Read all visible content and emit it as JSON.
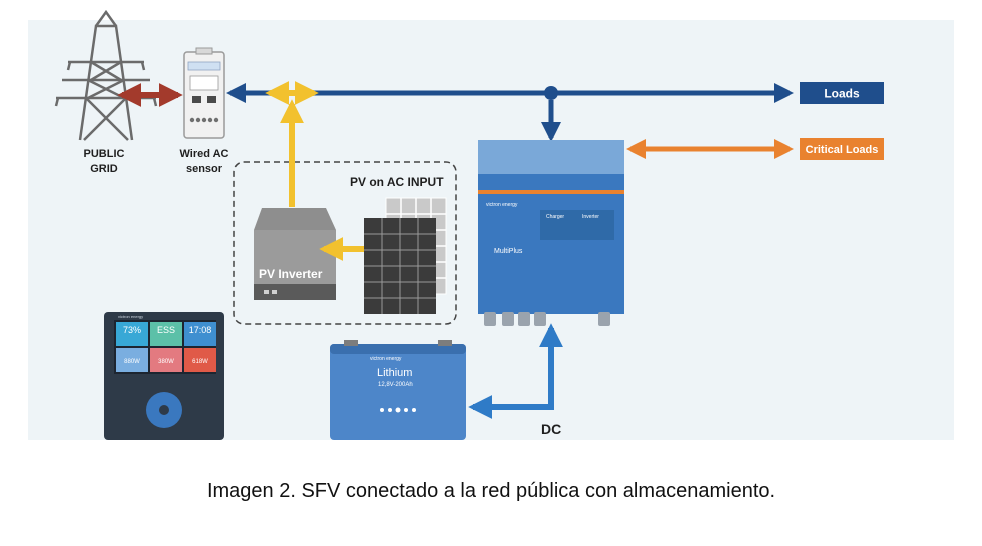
{
  "labels": {
    "public_grid_line1": "PUBLIC",
    "public_grid_line2": "GRID",
    "sensor_line1": "Wired AC",
    "sensor_line2": "sensor",
    "pv_group": "PV on AC INPUT",
    "pv_inverter": "PV Inverter",
    "loads": "Loads",
    "critical_loads": "Critical Loads",
    "dc": "DC"
  },
  "multiplus": {
    "brand": "victron energy",
    "model": "MultiPlus",
    "charger_label": "Charger",
    "inverter_label": "Inverter"
  },
  "battery": {
    "brand": "victron energy",
    "name": "Lithium",
    "spec": "12,8V-200Ah"
  },
  "gx_display": {
    "brand": "victron energy",
    "tiles": [
      {
        "value": "73%",
        "color": "#38a8d6"
      },
      {
        "value": "ESS",
        "color": "#5cc0a8"
      },
      {
        "value": "17:08",
        "color": "#3f8fd0"
      },
      {
        "value": "880W",
        "color": "#7aaee0"
      },
      {
        "value": "380W",
        "color": "#e37a80"
      },
      {
        "value": "618W",
        "color": "#e05a48"
      }
    ]
  },
  "colors": {
    "ac_line": "#1f4e8c",
    "grid_link": "#a33a2c",
    "pv_arrow": "#f2c12e",
    "critical": "#e9822f",
    "dc_line": "#2f7bc7",
    "victron_blue": "#3a78bf"
  },
  "icons": [
    "transmission-tower-icon",
    "ac-sensor-icon",
    "pv-inverter-icon",
    "solar-panel-icon",
    "multiplus-icon",
    "battery-icon",
    "gx-display-icon"
  ],
  "caption": "Imagen 2. SFV conectado a la red pública con almacenamiento."
}
